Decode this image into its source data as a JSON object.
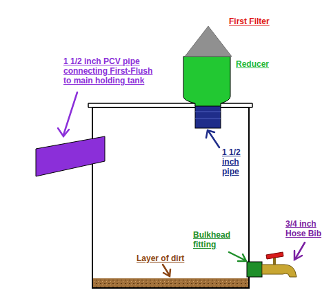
{
  "diagram": {
    "labels": [
      "First Filter",
      "1 1/2 inch PCV pipe connecting First-Flush to main holding tank",
      "Reducer",
      "1 1/2 inch pipe",
      "Bulkhead fitting",
      "3/4 inch Hose Bib",
      "Layer of dirt"
    ]
  }
}
